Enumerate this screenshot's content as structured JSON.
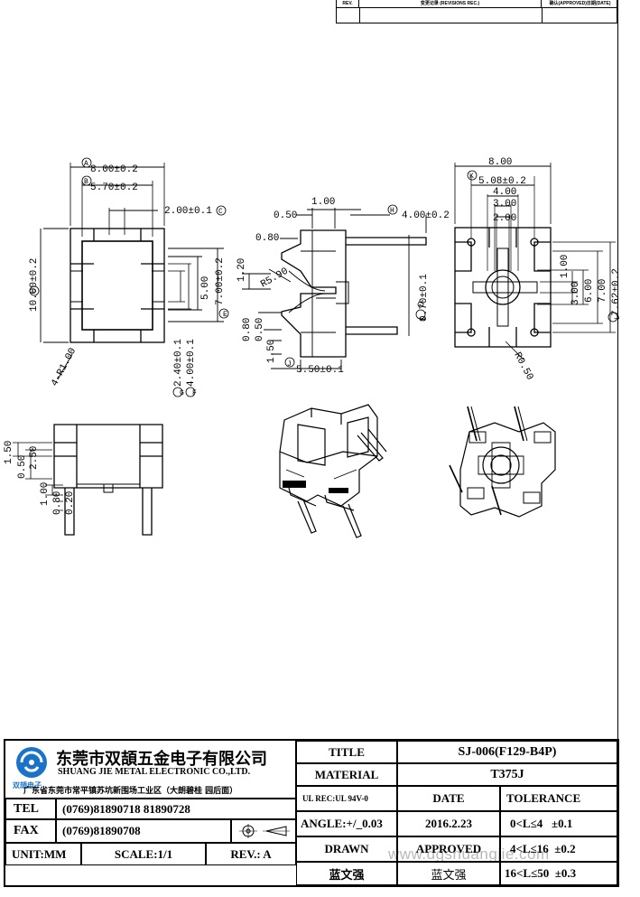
{
  "revision_block": {
    "rev_header": "REV.",
    "changes_header": "变更记录 (REVISIONS REC.)",
    "approved_header": "确认(APPROVED)日期(DATE)"
  },
  "dimensions": {
    "top_view": {
      "a": "8.00±0.2",
      "b": "5.70±0.2",
      "c": "2.00±0.1",
      "height": "10.00±0.2",
      "inner": "5.00",
      "e": "7.00±0.2",
      "g": "2.40±0.1",
      "f": "4.00±0.1",
      "radius": "4-R1.00",
      "mark_a": "A",
      "mark_b": "B",
      "mark_c": "C",
      "mark_d": "D",
      "mark_e": "E",
      "mark_f": "F",
      "mark_g": "G"
    },
    "side_view": {
      "top": "1.00",
      "d050": "0.50",
      "d080": "0.80",
      "d120": "1.20",
      "r590": "R5.90",
      "h": "4.00±0.2",
      "pin": "0.70±0.1",
      "b080": "0.80",
      "b050": "0.50",
      "b150": "1.50",
      "j": "5.50±0.1",
      "mark_h": "H",
      "mark_i": "I",
      "mark_j": "J"
    },
    "bottom_view": {
      "w": "8.00",
      "k": "5.08±0.2",
      "w400": "4.00",
      "w300": "3.00",
      "w200": "2.00",
      "v100": "1.00",
      "dia": "3.00",
      "v600": "6.00",
      "v700": "7.00",
      "l": "7.62±0.2",
      "r050": "R0.50",
      "mark_k": "K",
      "mark_l": "L"
    },
    "front_view": {
      "d150": "1.50",
      "d050": "0.50",
      "d250": "2.50",
      "d100": "1.00",
      "d080": "0.80",
      "d020": "0.20"
    }
  },
  "title_block": {
    "company_cn": "东莞市双頡五金电子有限公司",
    "company_en": "SHUANG JIE METAL ELECTRONIC CO.,LTD.",
    "logo_text": "双頡电子",
    "address": "广东省东莞市常平镇苏坑新围场工业区（大朗碧桂 园后面）",
    "tel_label": "TEL",
    "tel_value": "(0769)81890718 81890728",
    "fax_label": "FAX",
    "fax_value": "(0769)81890708",
    "unit": "UNIT:MM",
    "scale": "SCALE:1/1",
    "rev": "REV.: A",
    "title_label": "TITLE",
    "title_value": "SJ-006(F129-B4P)",
    "material_label": "MATERIAL",
    "material_value": "T375J",
    "ul_label": "UL REC:UL 94V-0",
    "date_label": "DATE",
    "tolerance_label": "TOLERANCE",
    "angle_label": "ANGLE:+/_0.03",
    "date_value": "2016.2.23",
    "tol1": "0<L≤4   ±0.1",
    "drawn_label": "DRAWN",
    "approved_label": "APPROVED",
    "tol2": "4<L≤16  ±0.2",
    "drawn_by": "蓝文强",
    "approved_by": "蓝文强",
    "tol3": "16<L≤50  ±0.3"
  },
  "watermark": "www.dgshuangjie.com"
}
